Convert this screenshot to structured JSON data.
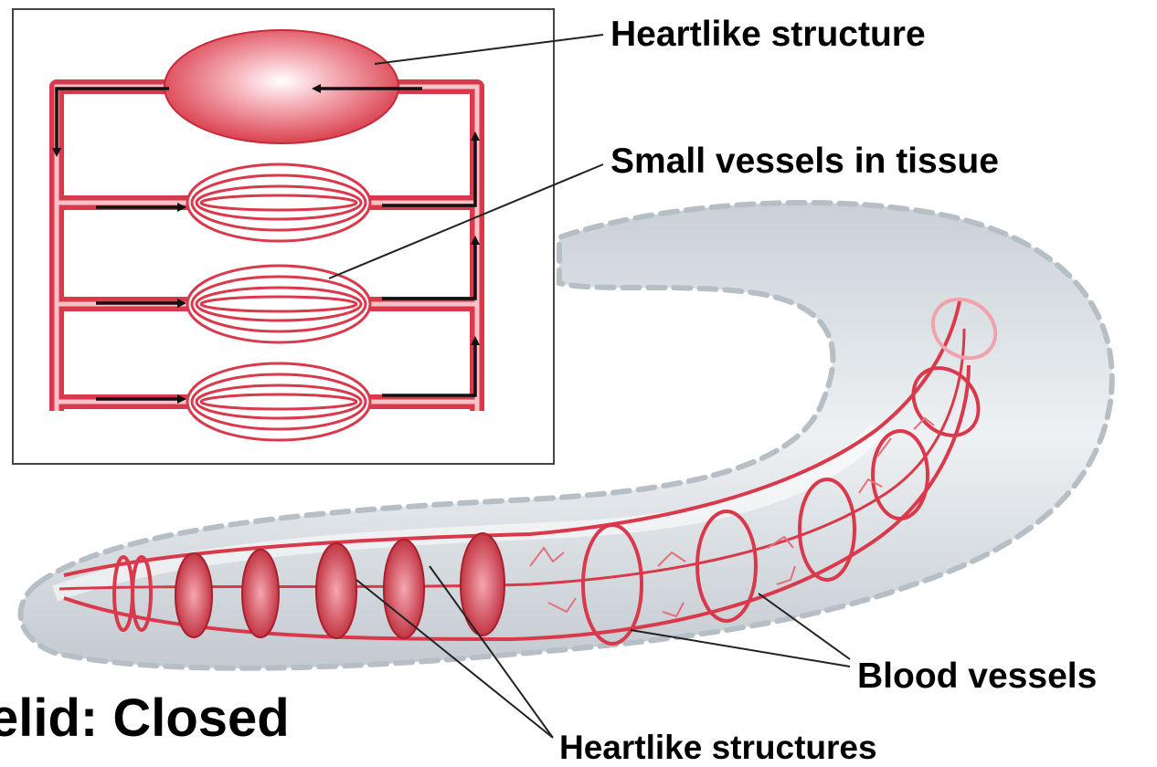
{
  "labels": {
    "heartlike_structure": "Heartlike structure",
    "small_vessels": "Small vessels in tissue",
    "blood_vessels": "Blood vessels",
    "heartlike_structures": "Heartlike structures",
    "title_fragment": "elid: Closed"
  },
  "colors": {
    "vessel": "#d9394a",
    "vessel_dark": "#a81f2e",
    "vessel_light": "#f7b8bf",
    "body": "#d7dde2",
    "arrow": "#111111",
    "inset_border": "#444444"
  }
}
